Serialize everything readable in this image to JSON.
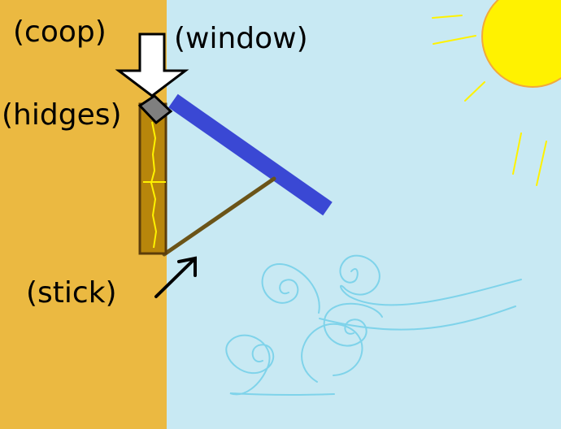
{
  "labels": {
    "coop": "(coop)",
    "window": "(window)",
    "hidges": "(hidges)",
    "stick": "(stick)"
  },
  "colors": {
    "coop_wall": "#EBB941",
    "sky": "#C8E9F3",
    "sun": "#FFF200",
    "sun_outline": "#F2A93B",
    "window_panel": "#3A48D4",
    "post": "#B8860B",
    "post_outline": "#5C3D0A",
    "stick": "#6B5418",
    "hinge": "#7F7F7F",
    "wind": "#7FD3EA",
    "arrow_fill": "#FFFFFF",
    "arrow_stroke": "#000000"
  }
}
